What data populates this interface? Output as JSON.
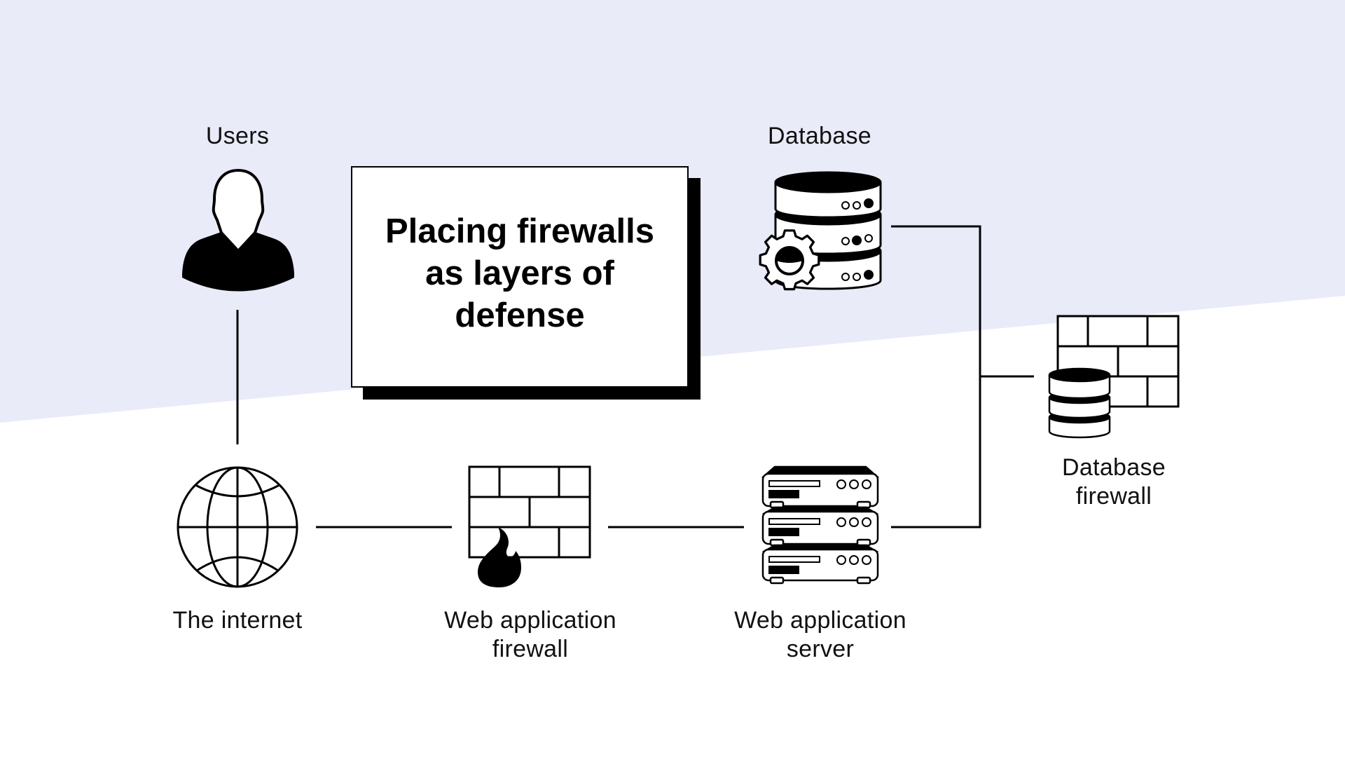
{
  "title": "Placing firewalls as layers of defense",
  "colors": {
    "band": "#E9EBF9",
    "ink": "#000000",
    "background": "#FFFFFF"
  },
  "nodes": {
    "users": {
      "label": "Users",
      "icon": "user-icon"
    },
    "database": {
      "label": "Database",
      "icon": "database-gear-icon"
    },
    "internet": {
      "label": "The internet",
      "icon": "globe-icon"
    },
    "waf": {
      "label_line1": "Web application",
      "label_line2": "firewall",
      "icon": "firewall-flame-icon"
    },
    "web_server": {
      "label_line1": "Web application",
      "label_line2": "server",
      "icon": "server-rack-icon"
    },
    "db_firewall": {
      "label_line1": "Database",
      "label_line2": "firewall",
      "icon": "database-firewall-icon"
    }
  },
  "edges": [
    {
      "from": "users",
      "to": "internet"
    },
    {
      "from": "internet",
      "to": "waf"
    },
    {
      "from": "waf",
      "to": "web_server"
    },
    {
      "from": "web_server",
      "to": "db_firewall"
    },
    {
      "from": "database",
      "to": "db_firewall"
    }
  ]
}
